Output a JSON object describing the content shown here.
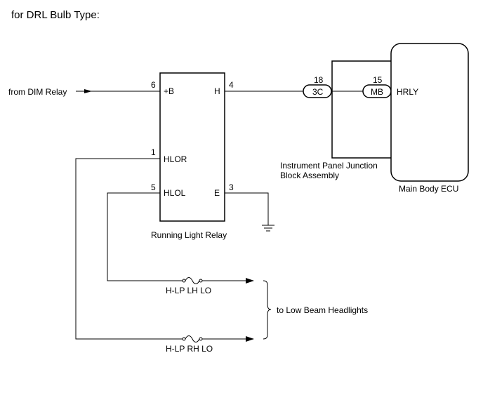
{
  "title": "for DRL Bulb Type:",
  "inputs": {
    "from_dim_relay": "from DIM Relay"
  },
  "running_light_relay": {
    "name": "Running Light Relay",
    "pins": {
      "plus_b": {
        "num": "6",
        "label": "+B"
      },
      "h": {
        "num": "4",
        "label": "H"
      },
      "hlor": {
        "num": "1",
        "label": "HLOR"
      },
      "hlol": {
        "num": "5",
        "label": "HLOL"
      },
      "e": {
        "num": "3",
        "label": "E"
      }
    }
  },
  "junction_block": {
    "name_line1": "Instrument Panel Junction",
    "name_line2": "Block Assembly",
    "connector_3c": {
      "num": "18",
      "label": "3C"
    },
    "connector_mb": {
      "num": "15",
      "label": "MB"
    }
  },
  "main_body_ecu": {
    "name": "Main Body ECU",
    "pin_label": "HRLY"
  },
  "fuses": {
    "lh": "H-LP LH LO",
    "rh": "H-LP RH LO"
  },
  "output_note": "to Low Beam Headlights"
}
